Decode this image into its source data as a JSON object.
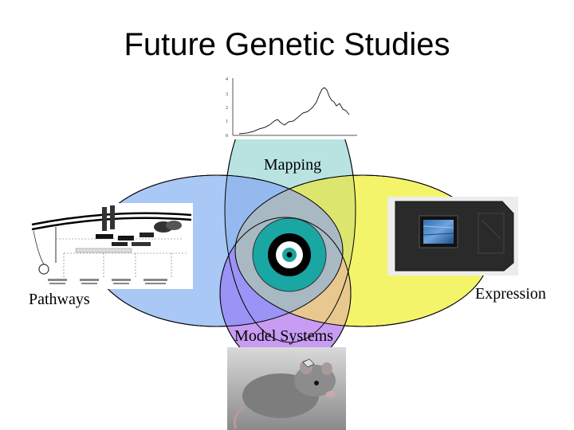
{
  "title": "Future Genetic Studies",
  "labels": {
    "mapping": "Mapping",
    "pathways": "Pathways",
    "expression": "Expression",
    "model_systems": "Model Systems"
  },
  "mapping_plot": {
    "y_ticks": [
      "4",
      "3",
      "2",
      "1",
      "0"
    ]
  },
  "colors": {
    "mapping_circle": "#b8e3e1",
    "pathways_circle": "#aac8f5",
    "expression_circle": "#f4f46a",
    "model_circle": "#c79cf2",
    "target_outer": "#1aa6a2",
    "target_ring": "#000000"
  },
  "icons": {
    "pathways_diagram": "signaling-pathway-diagram",
    "expression_chip": "microarray-chip",
    "model_photo": "rat-photo"
  }
}
